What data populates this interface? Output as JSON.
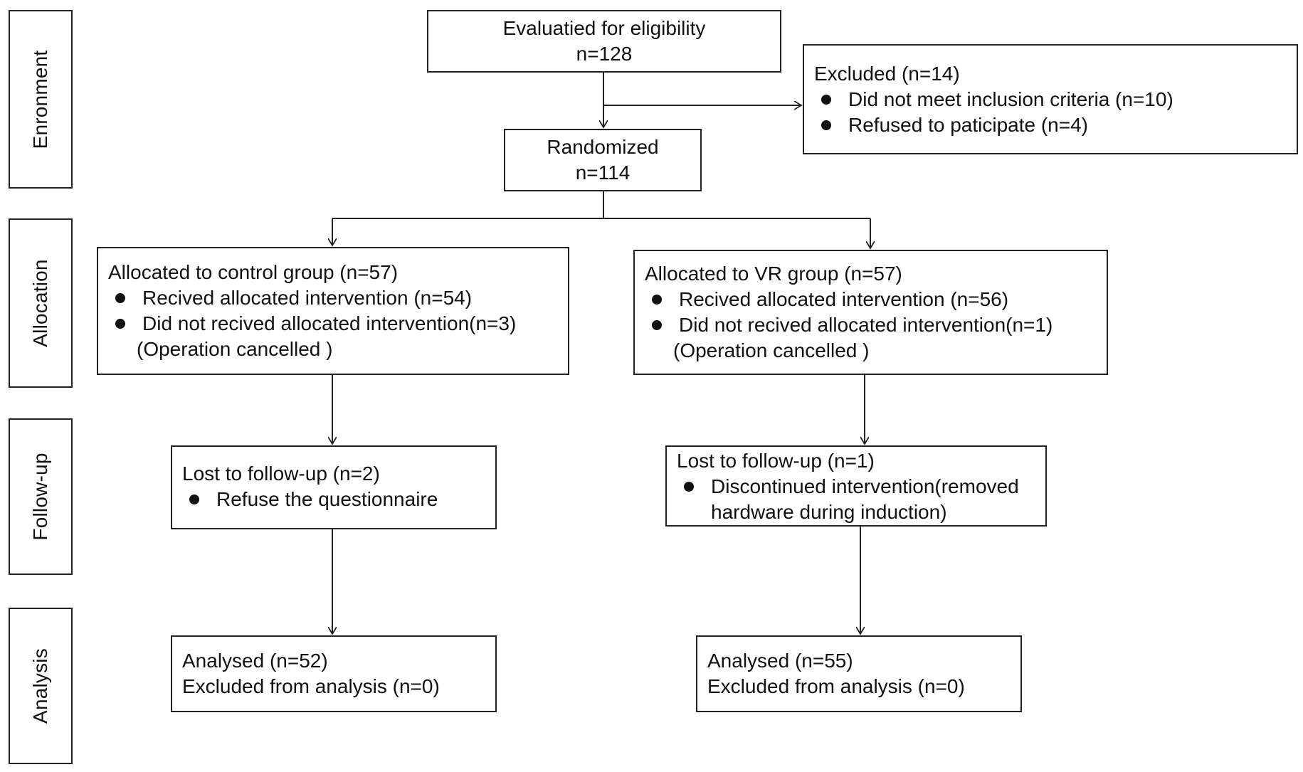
{
  "stages": {
    "enrolment": "Enronment",
    "allocation": "Allocation",
    "followup": "Follow-up",
    "analysis": "Analysis"
  },
  "eligibility": {
    "title": "Evaluatied for eligibility",
    "count": "n=128"
  },
  "excluded": {
    "title": "Excluded (n=14)",
    "items": [
      "Did not meet inclusion criteria (n=10)",
      "Refused to paticipate (n=4)"
    ]
  },
  "randomized": {
    "title": "Randomized",
    "count": "n=114"
  },
  "control_alloc": {
    "title": "Allocated to control group (n=57)",
    "items": [
      "Recived allocated intervention (n=54)",
      "Did not recived allocated intervention(n=3)"
    ],
    "note": "(Operation cancelled )"
  },
  "vr_alloc": {
    "title": "Allocated to VR group (n=57)",
    "items": [
      "Recived allocated intervention (n=56)",
      "Did not recived allocated intervention(n=1)"
    ],
    "note": "(Operation cancelled )"
  },
  "control_followup": {
    "title": "Lost to follow-up (n=2)",
    "items": [
      "Refuse the questionnaire"
    ]
  },
  "vr_followup": {
    "title": "Lost to follow-up (n=1)",
    "item_line1": "Discontinued intervention(removed",
    "item_line2": "hardware during induction)"
  },
  "control_analysis": {
    "analysed": "Analysed (n=52)",
    "excluded": "Excluded from analysis (n=0)"
  },
  "vr_analysis": {
    "analysed": "Analysed (n=55)",
    "excluded": "Excluded from analysis (n=0)"
  }
}
